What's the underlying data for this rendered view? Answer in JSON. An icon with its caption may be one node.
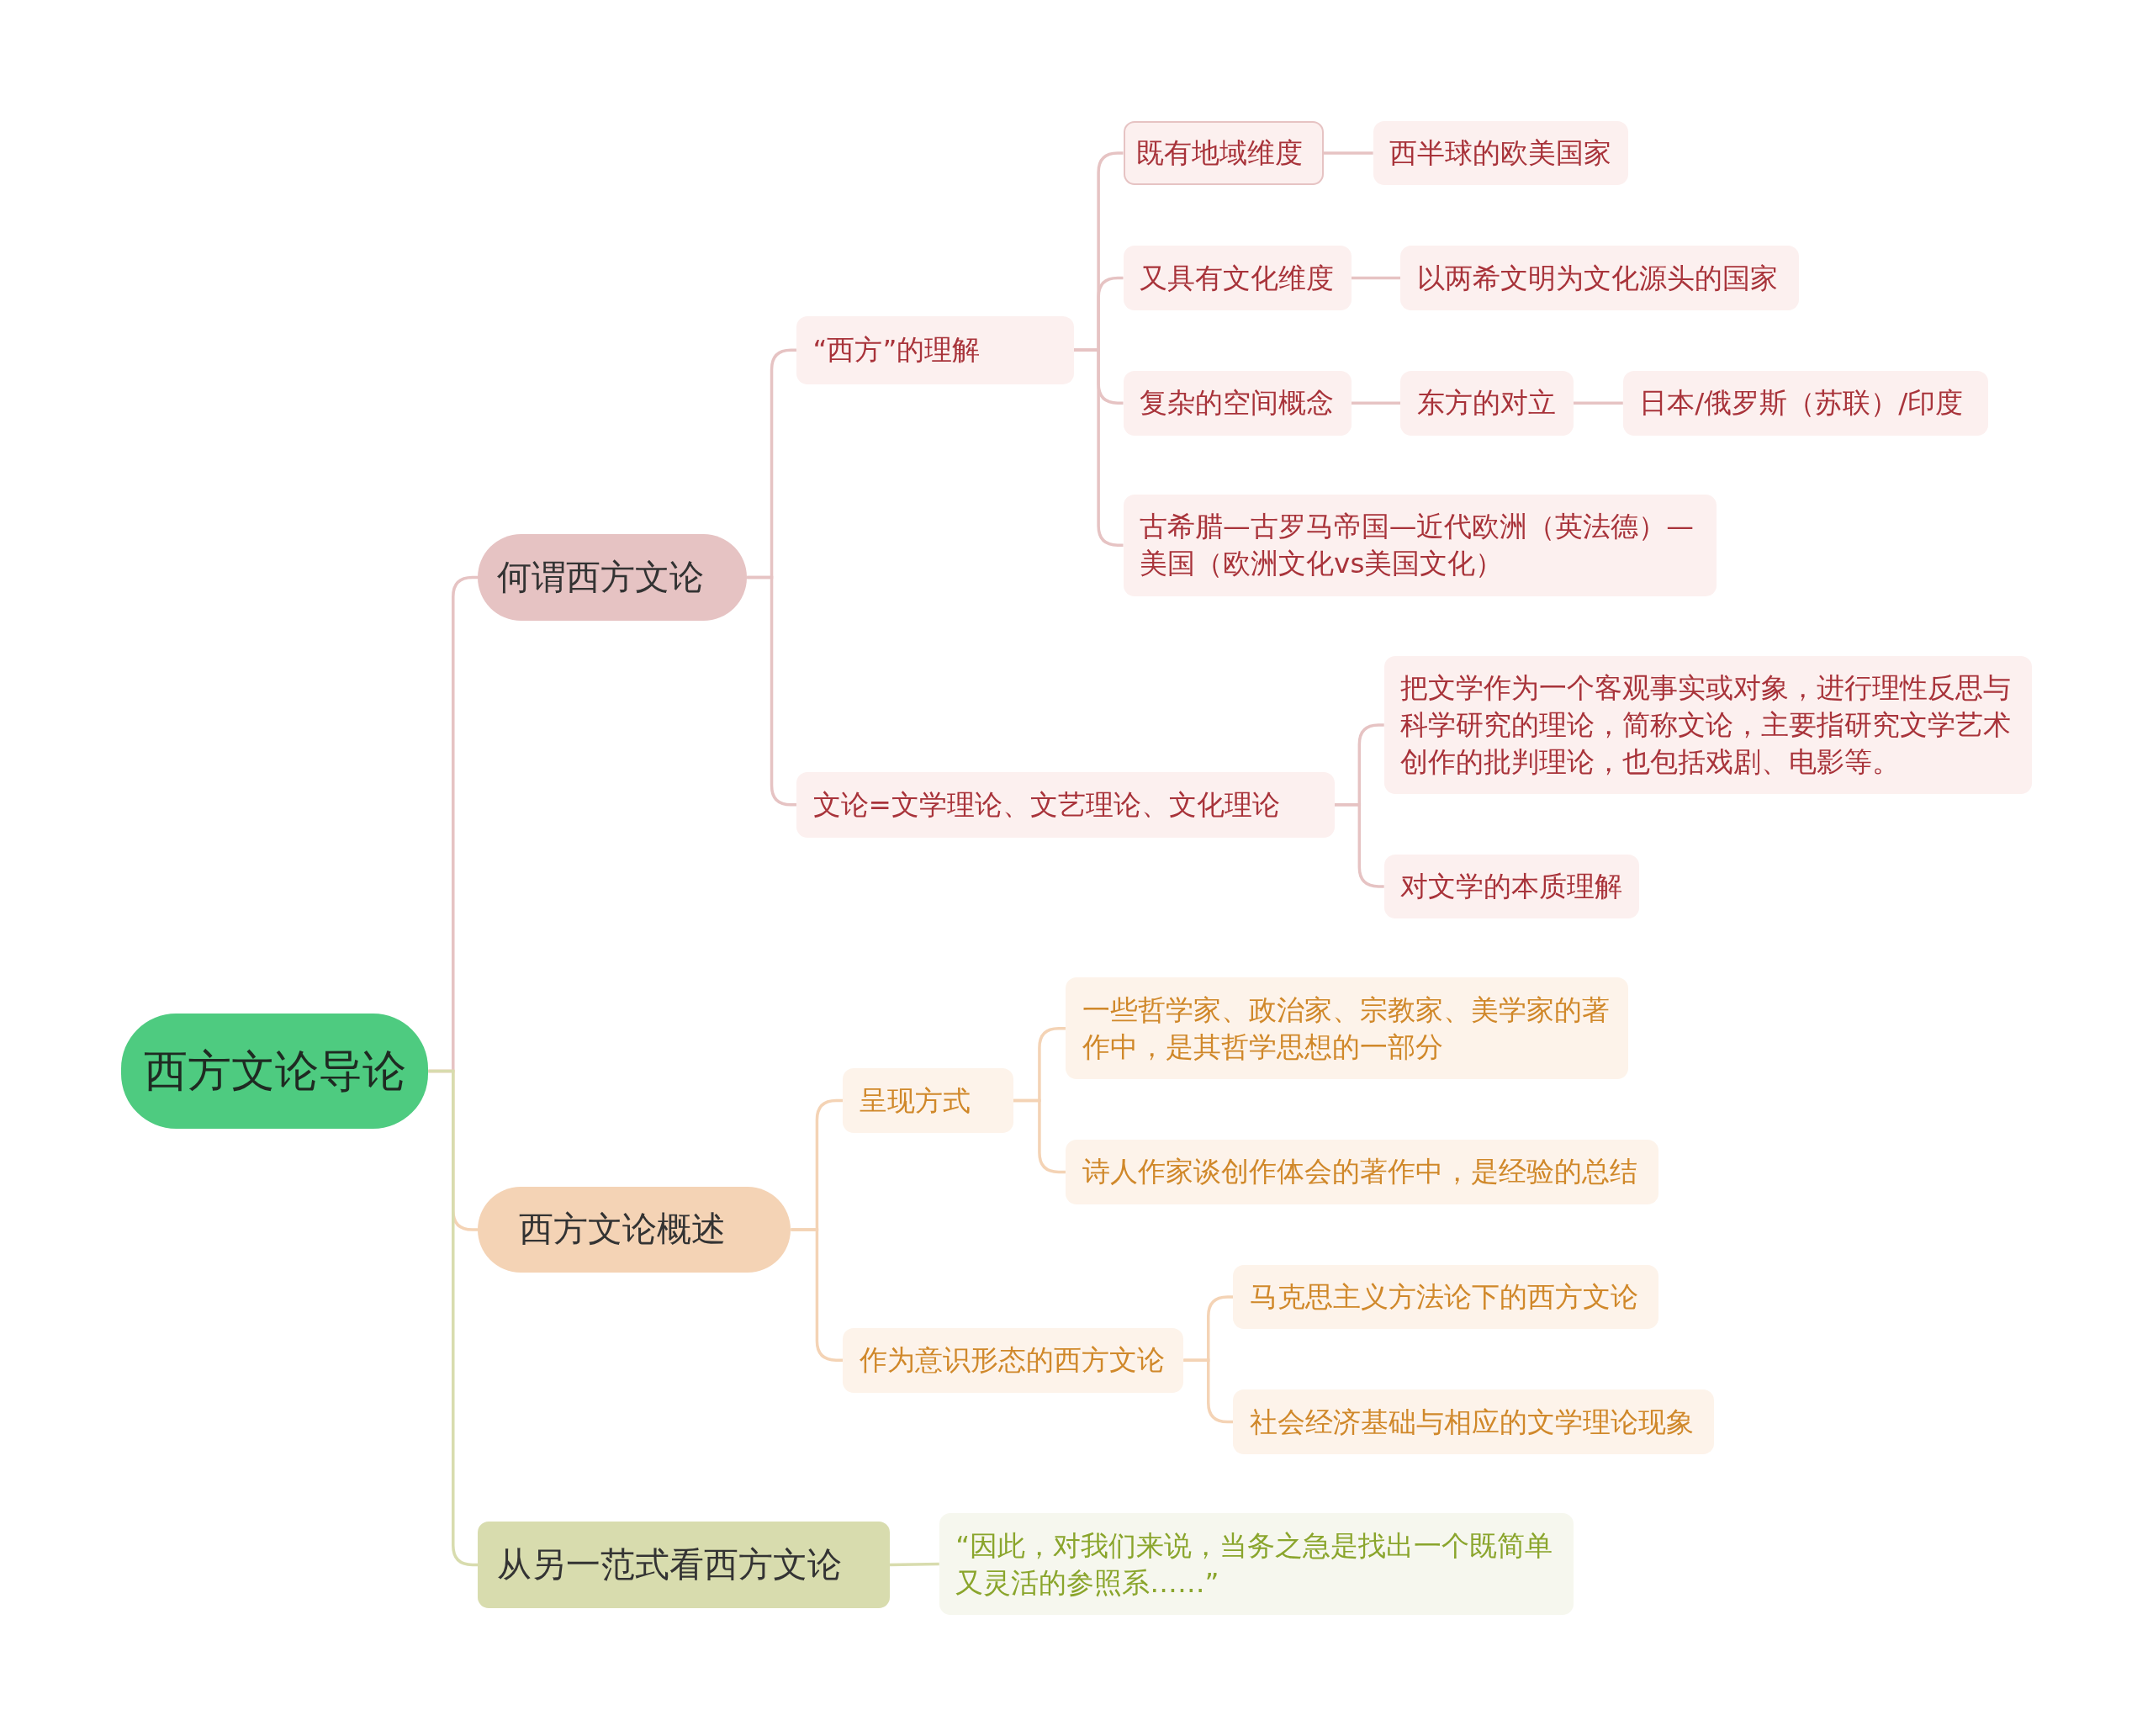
{
  "diagram": {
    "nodes": [
      {
        "text": [
          "西方文论导论"
        ]
      },
      {
        "text": [
          "何谓西方文论"
        ]
      },
      {
        "text": [
          "“西方”的理解"
        ]
      },
      {
        "text": [
          "既有地域维度"
        ]
      },
      {
        "text": [
          "西半球的欧美国家"
        ]
      },
      {
        "text": [
          "又具有文化维度"
        ]
      },
      {
        "text": [
          "以两希文明为文化源头的国家"
        ]
      },
      {
        "text": [
          "复杂的空间概念"
        ]
      },
      {
        "text": [
          "东方的对立"
        ]
      },
      {
        "text": [
          "日本/俄罗斯（苏联）/印度"
        ]
      },
      {
        "text": [
          "古希腊—古罗马帝国—近代欧洲（英法德）—美国（欧洲文化vs美国文化）"
        ]
      },
      {
        "text": [
          "文论=文学理论、文艺理论、文化理论"
        ]
      },
      {
        "text": [
          "把文学作为一个客观事实或对象，进行理性反思与科学研究的理论，简称文论，主要指研究文学艺术创作的批判理论，也包括戏剧、电影等。"
        ]
      },
      {
        "text": [
          "对文学的本质理解"
        ]
      },
      {
        "text": [
          "西方文论概述"
        ]
      },
      {
        "text": [
          "呈现方式"
        ]
      },
      {
        "text": [
          "一些哲学家、政治家、宗教家、美学家的著作中，是其哲学思想的一部分"
        ]
      },
      {
        "text": [
          "诗人作家谈创作体会的著作中，是经验的总结"
        ]
      },
      {
        "text": [
          "作为意识形态的西方文论"
        ]
      },
      {
        "text": [
          "马克思主义方法论下的西方文论"
        ]
      },
      {
        "text": [
          "社会经济基础与相应的文学理论现象"
        ]
      },
      {
        "text": [
          "从另一范式看西方文论"
        ]
      },
      {
        "text": [
          "“因此，对我们来说，当务之急是找出一个既简单又灵活的参照系……”"
        ]
      }
    ],
    "edges": [
      {
        "from": 0,
        "to": 1,
        "arrow": "none"
      },
      {
        "from": 1,
        "to": 2,
        "arrow": "none"
      },
      {
        "from": 2,
        "to": 3,
        "arrow": "none"
      },
      {
        "from": 3,
        "to": 4,
        "arrow": "none"
      },
      {
        "from": 2,
        "to": 5,
        "arrow": "none"
      },
      {
        "from": 5,
        "to": 6,
        "arrow": "none"
      },
      {
        "from": 2,
        "to": 7,
        "arrow": "none"
      },
      {
        "from": 7,
        "to": 8,
        "arrow": "none"
      },
      {
        "from": 8,
        "to": 9,
        "arrow": "none"
      },
      {
        "from": 2,
        "to": 10,
        "arrow": "none"
      },
      {
        "from": 1,
        "to": 11,
        "arrow": "none"
      },
      {
        "from": 11,
        "to": 12,
        "arrow": "none"
      },
      {
        "from": 11,
        "to": 13,
        "arrow": "none"
      },
      {
        "from": 0,
        "to": 14,
        "arrow": "none",
        "color": "#f4d3b5"
      },
      {
        "from": 14,
        "to": 15,
        "arrow": "none",
        "color": "#f4d3b5"
      },
      {
        "from": 15,
        "to": 16,
        "arrow": "none",
        "color": "#f4d3b5"
      },
      {
        "from": 15,
        "to": 17,
        "arrow": "none",
        "color": "#f4d3b5"
      },
      {
        "from": 14,
        "to": 18,
        "arrow": "none",
        "color": "#f4d3b5"
      },
      {
        "from": 18,
        "to": 19,
        "arrow": "none",
        "color": "#f4d3b5"
      },
      {
        "from": 18,
        "to": 20,
        "arrow": "none",
        "color": "#f4d3b5"
      },
      {
        "from": 0,
        "to": 21,
        "arrow": "none",
        "color": "#d8dcae"
      },
      {
        "from": 21,
        "to": 22,
        "arrow": "none",
        "color": "#d8dcae"
      }
    ]
  }
}
